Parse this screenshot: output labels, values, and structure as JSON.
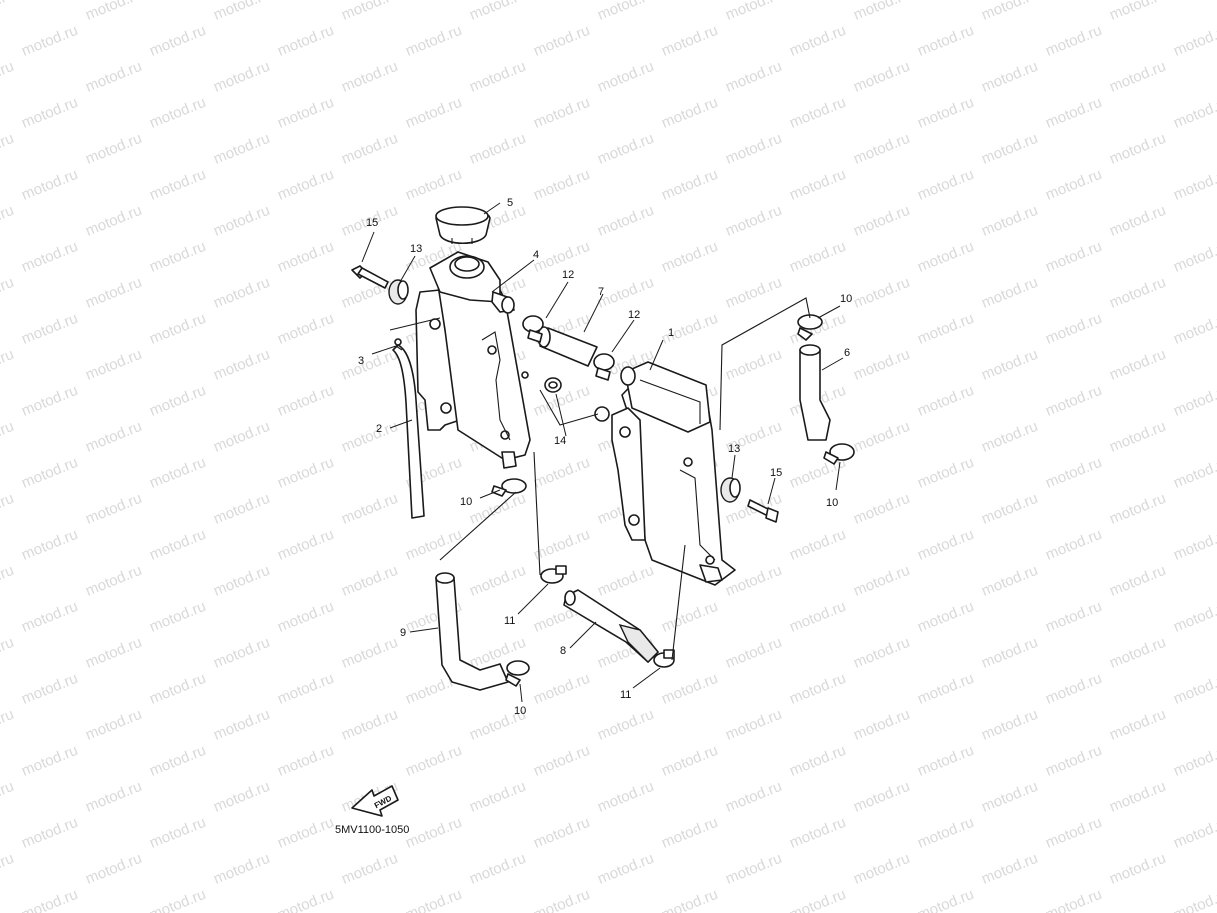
{
  "watermark": "motod.ru",
  "diagram_code": "5MV1100-1050",
  "fwd_label": "FWD",
  "callouts": [
    {
      "id": "c1",
      "label": "1"
    },
    {
      "id": "c2",
      "label": "2"
    },
    {
      "id": "c3",
      "label": "3"
    },
    {
      "id": "c4",
      "label": "4"
    },
    {
      "id": "c5",
      "label": "5"
    },
    {
      "id": "c6",
      "label": "6"
    },
    {
      "id": "c7",
      "label": "7"
    },
    {
      "id": "c8",
      "label": "8"
    },
    {
      "id": "c9",
      "label": "9"
    },
    {
      "id": "c10a",
      "label": "10"
    },
    {
      "id": "c10b",
      "label": "10"
    },
    {
      "id": "c10c",
      "label": "10"
    },
    {
      "id": "c10d",
      "label": "10"
    },
    {
      "id": "c11a",
      "label": "11"
    },
    {
      "id": "c11b",
      "label": "11"
    },
    {
      "id": "c12a",
      "label": "12"
    },
    {
      "id": "c12b",
      "label": "12"
    },
    {
      "id": "c13a",
      "label": "13"
    },
    {
      "id": "c13b",
      "label": "13"
    },
    {
      "id": "c14",
      "label": "14"
    },
    {
      "id": "c15a",
      "label": "15"
    },
    {
      "id": "c15b",
      "label": "15"
    }
  ]
}
